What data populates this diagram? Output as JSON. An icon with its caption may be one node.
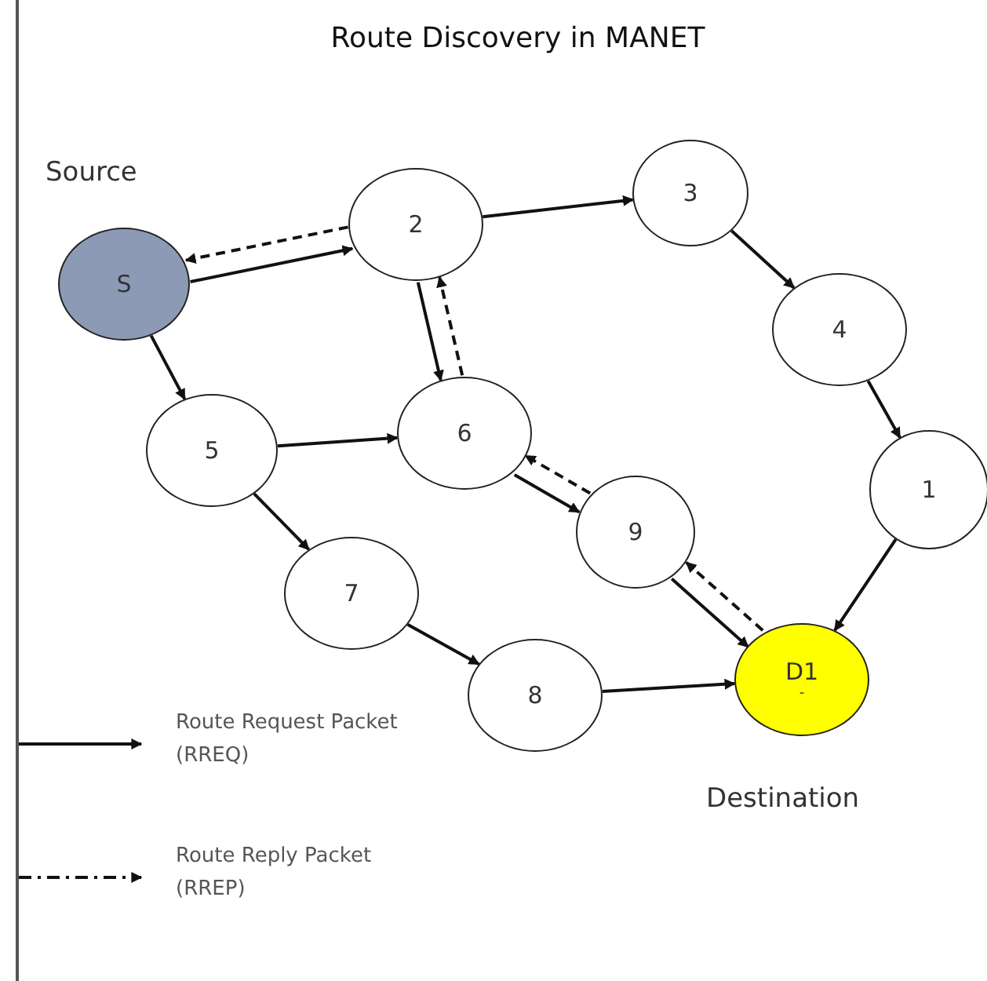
{
  "diagram": {
    "title": "Route Discovery in MANET",
    "nodes": [
      {
        "text": [
          "S"
        ],
        "beside": [
          "Source"
        ]
      },
      {
        "text": [
          "2"
        ]
      },
      {
        "text": [
          "3"
        ]
      },
      {
        "text": [
          "4"
        ]
      },
      {
        "text": [
          "1"
        ]
      },
      {
        "text": [
          "5"
        ]
      },
      {
        "text": [
          "6"
        ]
      },
      {
        "text": [
          "9"
        ]
      },
      {
        "text": [
          "7"
        ]
      },
      {
        "text": [
          "8"
        ]
      },
      {
        "text": [
          "D1",
          "-"
        ],
        "beside": [
          "Destination"
        ]
      }
    ],
    "edges": [
      {
        "from": 0,
        "to": 1,
        "arrow": "to"
      },
      {
        "from": 1,
        "to": 0,
        "arrow": "to",
        "style": "dashed"
      },
      {
        "from": 1,
        "to": 2,
        "arrow": "to"
      },
      {
        "from": 2,
        "to": 3,
        "arrow": "to"
      },
      {
        "from": 3,
        "to": 4,
        "arrow": "to"
      },
      {
        "from": 4,
        "to": 10,
        "arrow": "to"
      },
      {
        "from": 0,
        "to": 5,
        "arrow": "to"
      },
      {
        "from": 1,
        "to": 6,
        "arrow": "to"
      },
      {
        "from": 6,
        "to": 1,
        "arrow": "to",
        "style": "dashed"
      },
      {
        "from": 5,
        "to": 6,
        "arrow": "to"
      },
      {
        "from": 6,
        "to": 7,
        "arrow": "to"
      },
      {
        "from": 7,
        "to": 6,
        "arrow": "to",
        "style": "dashed"
      },
      {
        "from": 7,
        "to": 10,
        "arrow": "to"
      },
      {
        "from": 10,
        "to": 7,
        "arrow": "to",
        "style": "dashed"
      },
      {
        "from": 5,
        "to": 8,
        "arrow": "to"
      },
      {
        "from": 8,
        "to": 9,
        "arrow": "to"
      },
      {
        "from": 9,
        "to": 10,
        "arrow": "to"
      }
    ],
    "legend": [
      {
        "text": "Route Request Packet (RREQ)"
      },
      {
        "text": "Route Reply Packet (RREP)"
      }
    ]
  }
}
